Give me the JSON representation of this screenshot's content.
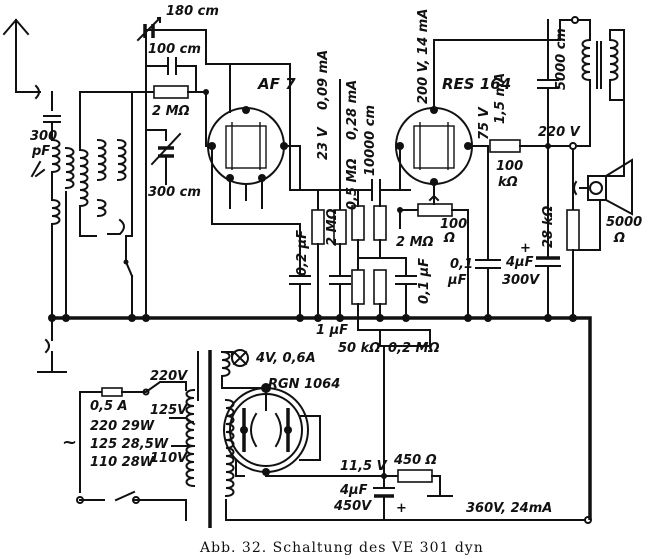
{
  "caption": "Abb. 32. Schaltung des VE 301 dyn",
  "labels": {
    "c_180": "180 cm",
    "c_100": "100 cm",
    "r_2m_top": "2 MΩ",
    "c_300pf": "300",
    "c_300pf_unit": "pF",
    "c_300cm": "300 cm",
    "tube_af7": "AF 7",
    "v_23": "23 V",
    "ma_009": "0,09 mA",
    "ma_028": "0,28 mA",
    "c_10000": "10000 cm",
    "r_05m": "0,5 MΩ",
    "r_2m_mid": "2 MΩ",
    "r_2m_b": "2 MΩ",
    "c_02uf": "0,2 µF",
    "c_1uf": "1 µF",
    "r_50k": "50 kΩ",
    "r_02m": "0,2 MΩ",
    "c_01uf": "0,1 µF",
    "r_100_ohm": "100",
    "r_100_ohm_unit": "Ω",
    "c_01uf_b": "0,1",
    "c_01uf_b_unit": "µF",
    "tube_res164": "RES 164",
    "v_200_14ma": "200 V, 14 mA",
    "v_75": "75 V",
    "ma_15": "1,5 mA",
    "r_100k": "100",
    "r_100k_unit": "kΩ",
    "c_5000cm": "5000 cm",
    "v_220_right": "220 V",
    "r_28k": "28 kΩ",
    "c_4uf_300": "4µF",
    "v_300": "300V",
    "spk_5000": "5000",
    "spk_unit": "Ω",
    "lamp": "4V, 0,6A",
    "tube_rgn": "RGN 1064",
    "v_220_mains": "220V",
    "fuse": "0,5 A",
    "t_125v": "125V",
    "t_110v": "110V",
    "w_220": "220   29W",
    "w_125": "125   28,5W",
    "w_110": "110   28W",
    "ac": "~",
    "v_115": "11,5 V",
    "r_450": "450 Ω",
    "c_4uf_450": "4µF",
    "v_450": "450V",
    "v_360": "360V, 24mA",
    "plus": "+"
  }
}
